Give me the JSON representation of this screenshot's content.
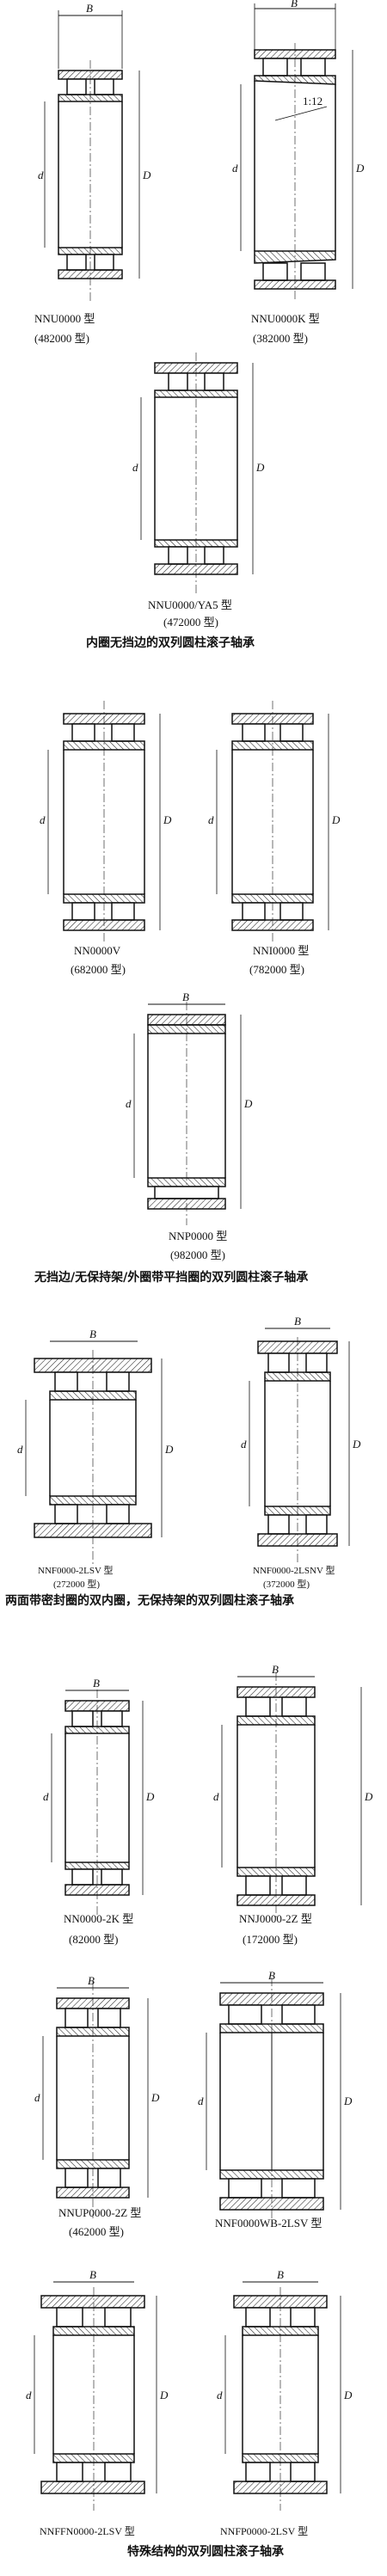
{
  "dimension_labels": {
    "width": "B",
    "outer": "D",
    "bore": "d",
    "taper": "1:12"
  },
  "sections": [
    {
      "title": "内圈无挡边的双列圆柱滚子轴承",
      "figures": [
        {
          "name": "NNU0000 型",
          "code": "(482000 型)"
        },
        {
          "name": "NNU0000K 型",
          "code": "(382000 型)"
        },
        {
          "name": "NNU0000/YA5 型",
          "code": "(472000 型)"
        }
      ]
    },
    {
      "title": "无挡边/无保持架/外圈带平挡圈的双列圆柱滚子轴承",
      "figures": [
        {
          "name": "NN0000V",
          "code": "(682000 型)"
        },
        {
          "name": "NNI0000 型",
          "code": "(782000 型)"
        },
        {
          "name": "NNP0000 型",
          "code": "(982000 型)"
        }
      ]
    },
    {
      "title": "两面带密封圈的双内圈，无保持架的双列圆柱滚子轴承",
      "figures": [
        {
          "name": "NNF0000-2LSV 型",
          "code": "(272000 型)"
        },
        {
          "name": "NNF0000-2LSNV 型",
          "code": "(372000 型)"
        }
      ]
    },
    {
      "title": "特殊结构的双列圆柱滚子轴承",
      "figures": [
        {
          "name": "NN0000-2K 型",
          "code": "(82000 型)"
        },
        {
          "name": "NNJ0000-2Z 型",
          "code": "(172000 型)"
        },
        {
          "name": "NNUP0000-2Z 型",
          "code": "(462000 型)"
        },
        {
          "name": "NNF0000WB-2LSV 型",
          "code": ""
        },
        {
          "name": "NNFFN0000-2LSV 型",
          "code": ""
        },
        {
          "name": "NNFP0000-2LSV 型",
          "code": ""
        }
      ]
    }
  ]
}
